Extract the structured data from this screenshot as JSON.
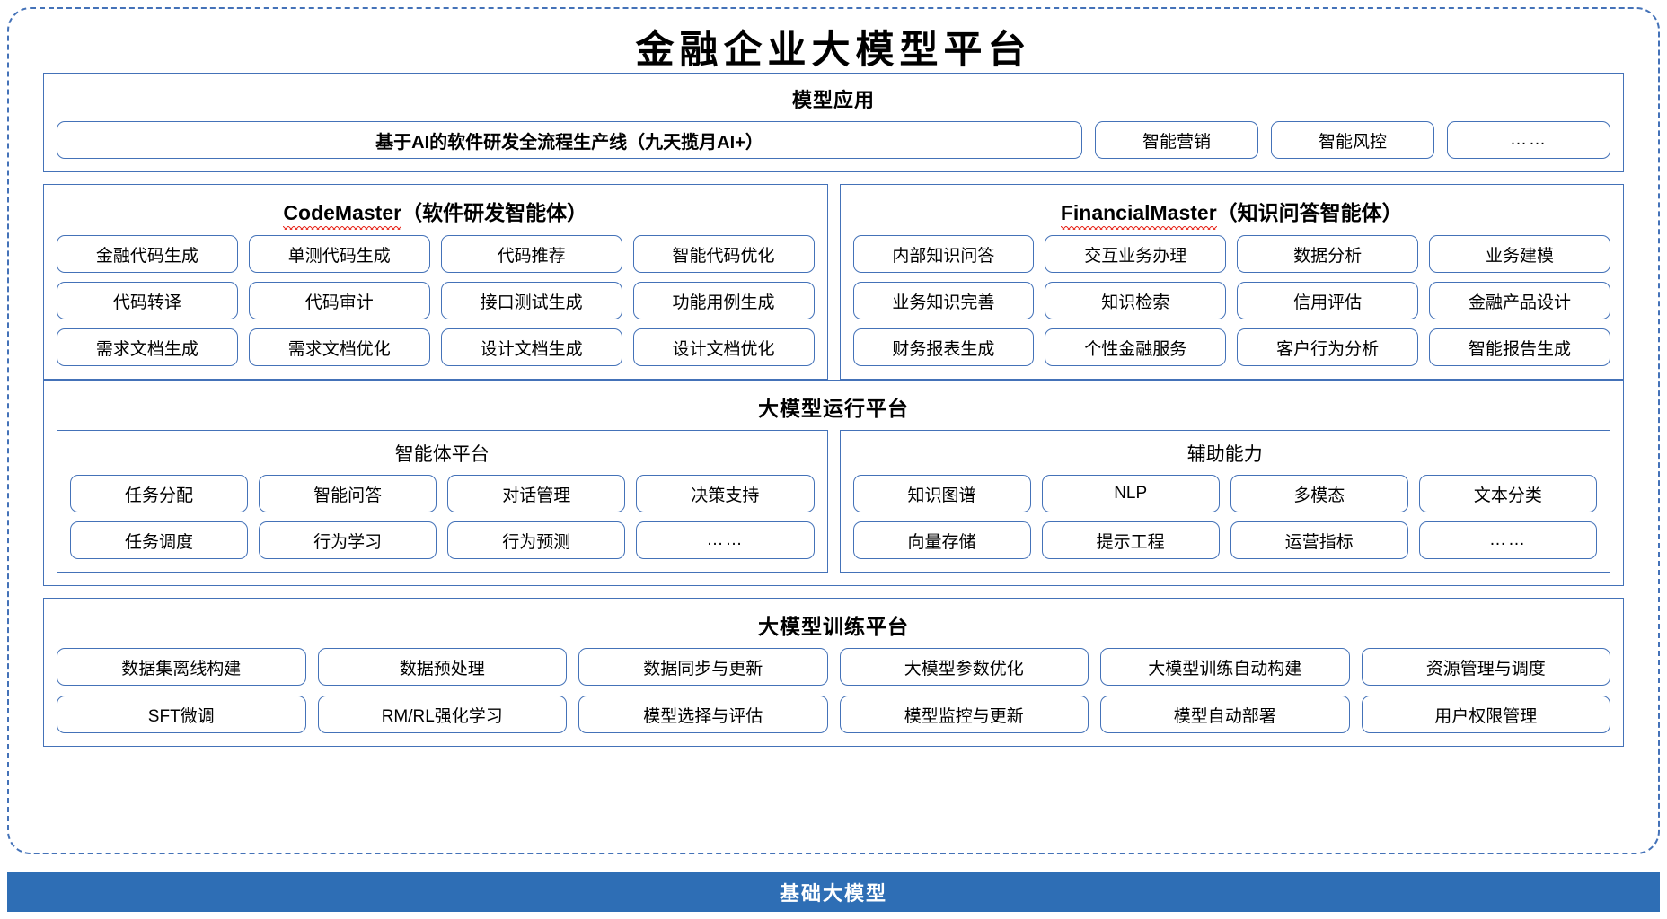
{
  "title": "金融企业大模型平台",
  "model_application": {
    "title": "模型应用",
    "primary": "基于AI的软件研发全流程生产线（九天揽月AI+）",
    "items": [
      "智能营销",
      "智能风控",
      "……"
    ]
  },
  "agents": [
    {
      "name": "CodeMaster",
      "suffix": "（软件研发智能体）",
      "items": [
        "金融代码生成",
        "单测代码生成",
        "代码推荐",
        "智能代码优化",
        "代码转译",
        "代码审计",
        "接口测试生成",
        "功能用例生成",
        "需求文档生成",
        "需求文档优化",
        "设计文档生成",
        "设计文档优化"
      ]
    },
    {
      "name": "FinancialMaster",
      "suffix": "（知识问答智能体）",
      "items": [
        "内部知识问答",
        "交互业务办理",
        "数据分析",
        "业务建模",
        "业务知识完善",
        "知识检索",
        "信用评估",
        "金融产品设计",
        "财务报表生成",
        "个性金融服务",
        "客户行为分析",
        "智能报告生成"
      ]
    }
  ],
  "run_platform": {
    "title": "大模型运行平台",
    "subpanels": [
      {
        "title": "智能体平台",
        "items": [
          "任务分配",
          "智能问答",
          "对话管理",
          "决策支持",
          "任务调度",
          "行为学习",
          "行为预测",
          "……"
        ]
      },
      {
        "title": "辅助能力",
        "items": [
          "知识图谱",
          "NLP",
          "多模态",
          "文本分类",
          "向量存储",
          "提示工程",
          "运营指标",
          "……"
        ]
      }
    ]
  },
  "training_platform": {
    "title": "大模型训练平台",
    "items": [
      "数据集离线构建",
      "数据预处理",
      "数据同步与更新",
      "大模型参数优化",
      "大模型训练自动构建",
      "资源管理与调度",
      "SFT微调",
      "RM/RL强化学习",
      "模型选择与评估",
      "模型监控与更新",
      "模型自动部署",
      "用户权限管理"
    ]
  },
  "foundation": {
    "label": "基础大模型"
  },
  "colors": {
    "accent": "#4472b8",
    "foundation_bar": "#2e6eb5",
    "squiggle": "#e8342a"
  }
}
